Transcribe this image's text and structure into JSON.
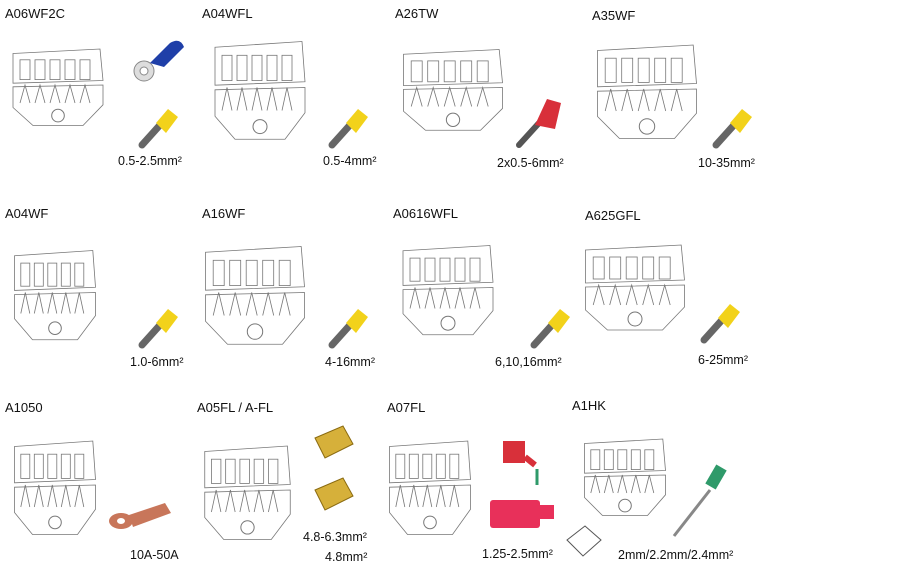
{
  "items": [
    {
      "model": "A06WF2C",
      "spec": "0.5-2.5mm²"
    },
    {
      "model": "A04WFL",
      "spec": "0.5-4mm²"
    },
    {
      "model": "A26TW",
      "spec": "2x0.5-6mm²"
    },
    {
      "model": "A35WF",
      "spec": "10-35mm²"
    },
    {
      "model": "A04WF",
      "spec": "1.0-6mm²"
    },
    {
      "model": "A16WF",
      "spec": "4-16mm²"
    },
    {
      "model": "A0616WFL",
      "spec": "6,10,16mm²"
    },
    {
      "model": "A625GFL",
      "spec": "6-25mm²"
    },
    {
      "model": "A1050",
      "spec": "10A-50A"
    },
    {
      "model": "A05FL / A-FL",
      "spec": "4.8-6.3mm²",
      "spec2": "4.8mm²"
    },
    {
      "model": "A07FL",
      "spec": "1.25-2.5mm²"
    },
    {
      "model": "A1HK",
      "spec": "2mm/2.2mm/2.4mm²"
    }
  ],
  "colors": {
    "ferrule": "#f2d21a",
    "ring": "#1f3fa8",
    "copper": "#c8765a",
    "red": "#d8303a",
    "green": "#2f9a6a"
  }
}
